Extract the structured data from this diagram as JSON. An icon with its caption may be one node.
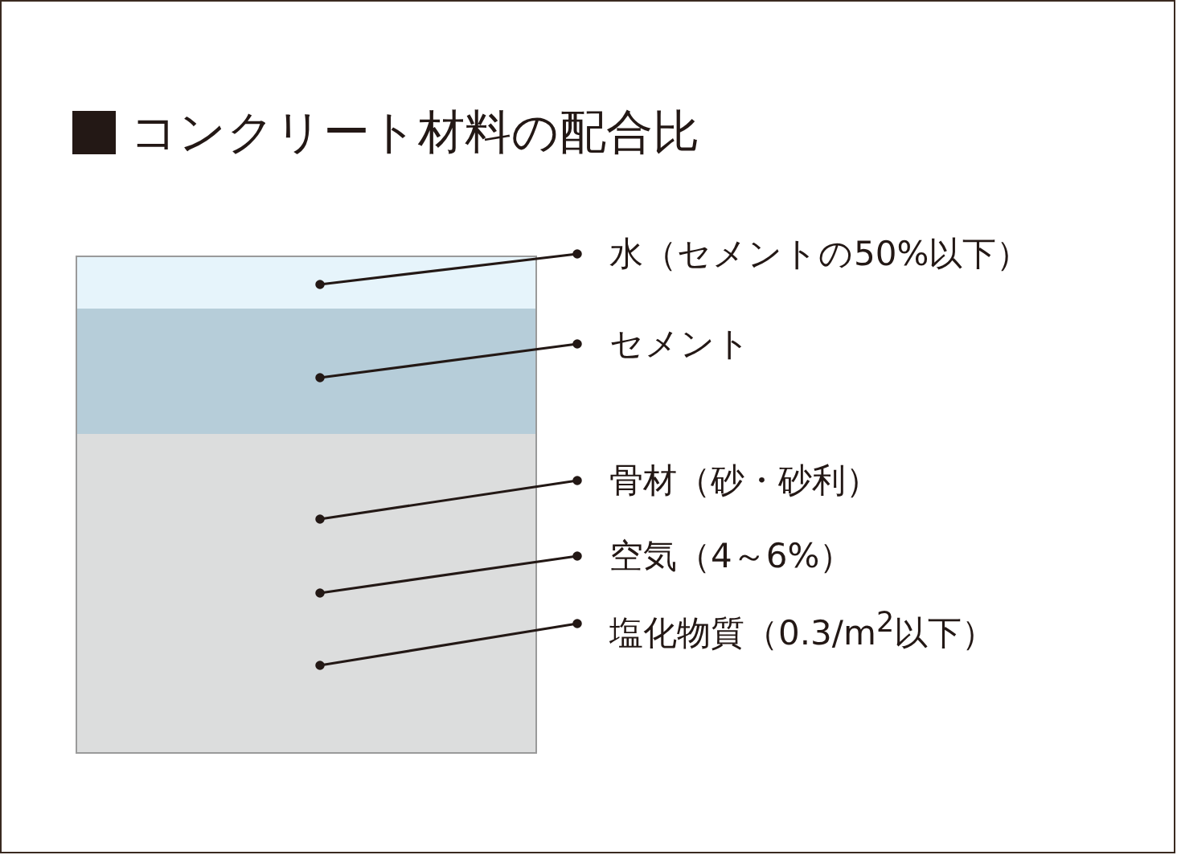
{
  "diagram": {
    "title": "コンクリート材料の配合比",
    "nodes": [
      {
        "text": [],
        "shape": "bar"
      },
      {
        "text": [],
        "shape": "bar"
      },
      {
        "text": [],
        "shape": "bar"
      },
      {
        "text": [
          "水（セメントの50%以下）"
        ]
      },
      {
        "text": [
          "セメント"
        ]
      },
      {
        "text": [
          "骨材（砂・砂利）"
        ]
      },
      {
        "text": [
          "空気（4～6%）"
        ]
      },
      {
        "text": [
          "塩化物質（0.3/m$^{2}$以下）"
        ]
      }
    ],
    "edges": [
      {
        "from": 3,
        "to": 0,
        "arrow": "other"
      },
      {
        "from": 4,
        "to": 1,
        "arrow": "other"
      },
      {
        "from": 5,
        "to": 2,
        "arrow": "other"
      },
      {
        "from": 6,
        "to": 2,
        "arrow": "other"
      },
      {
        "from": 7,
        "to": 2,
        "arrow": "other"
      }
    ]
  }
}
